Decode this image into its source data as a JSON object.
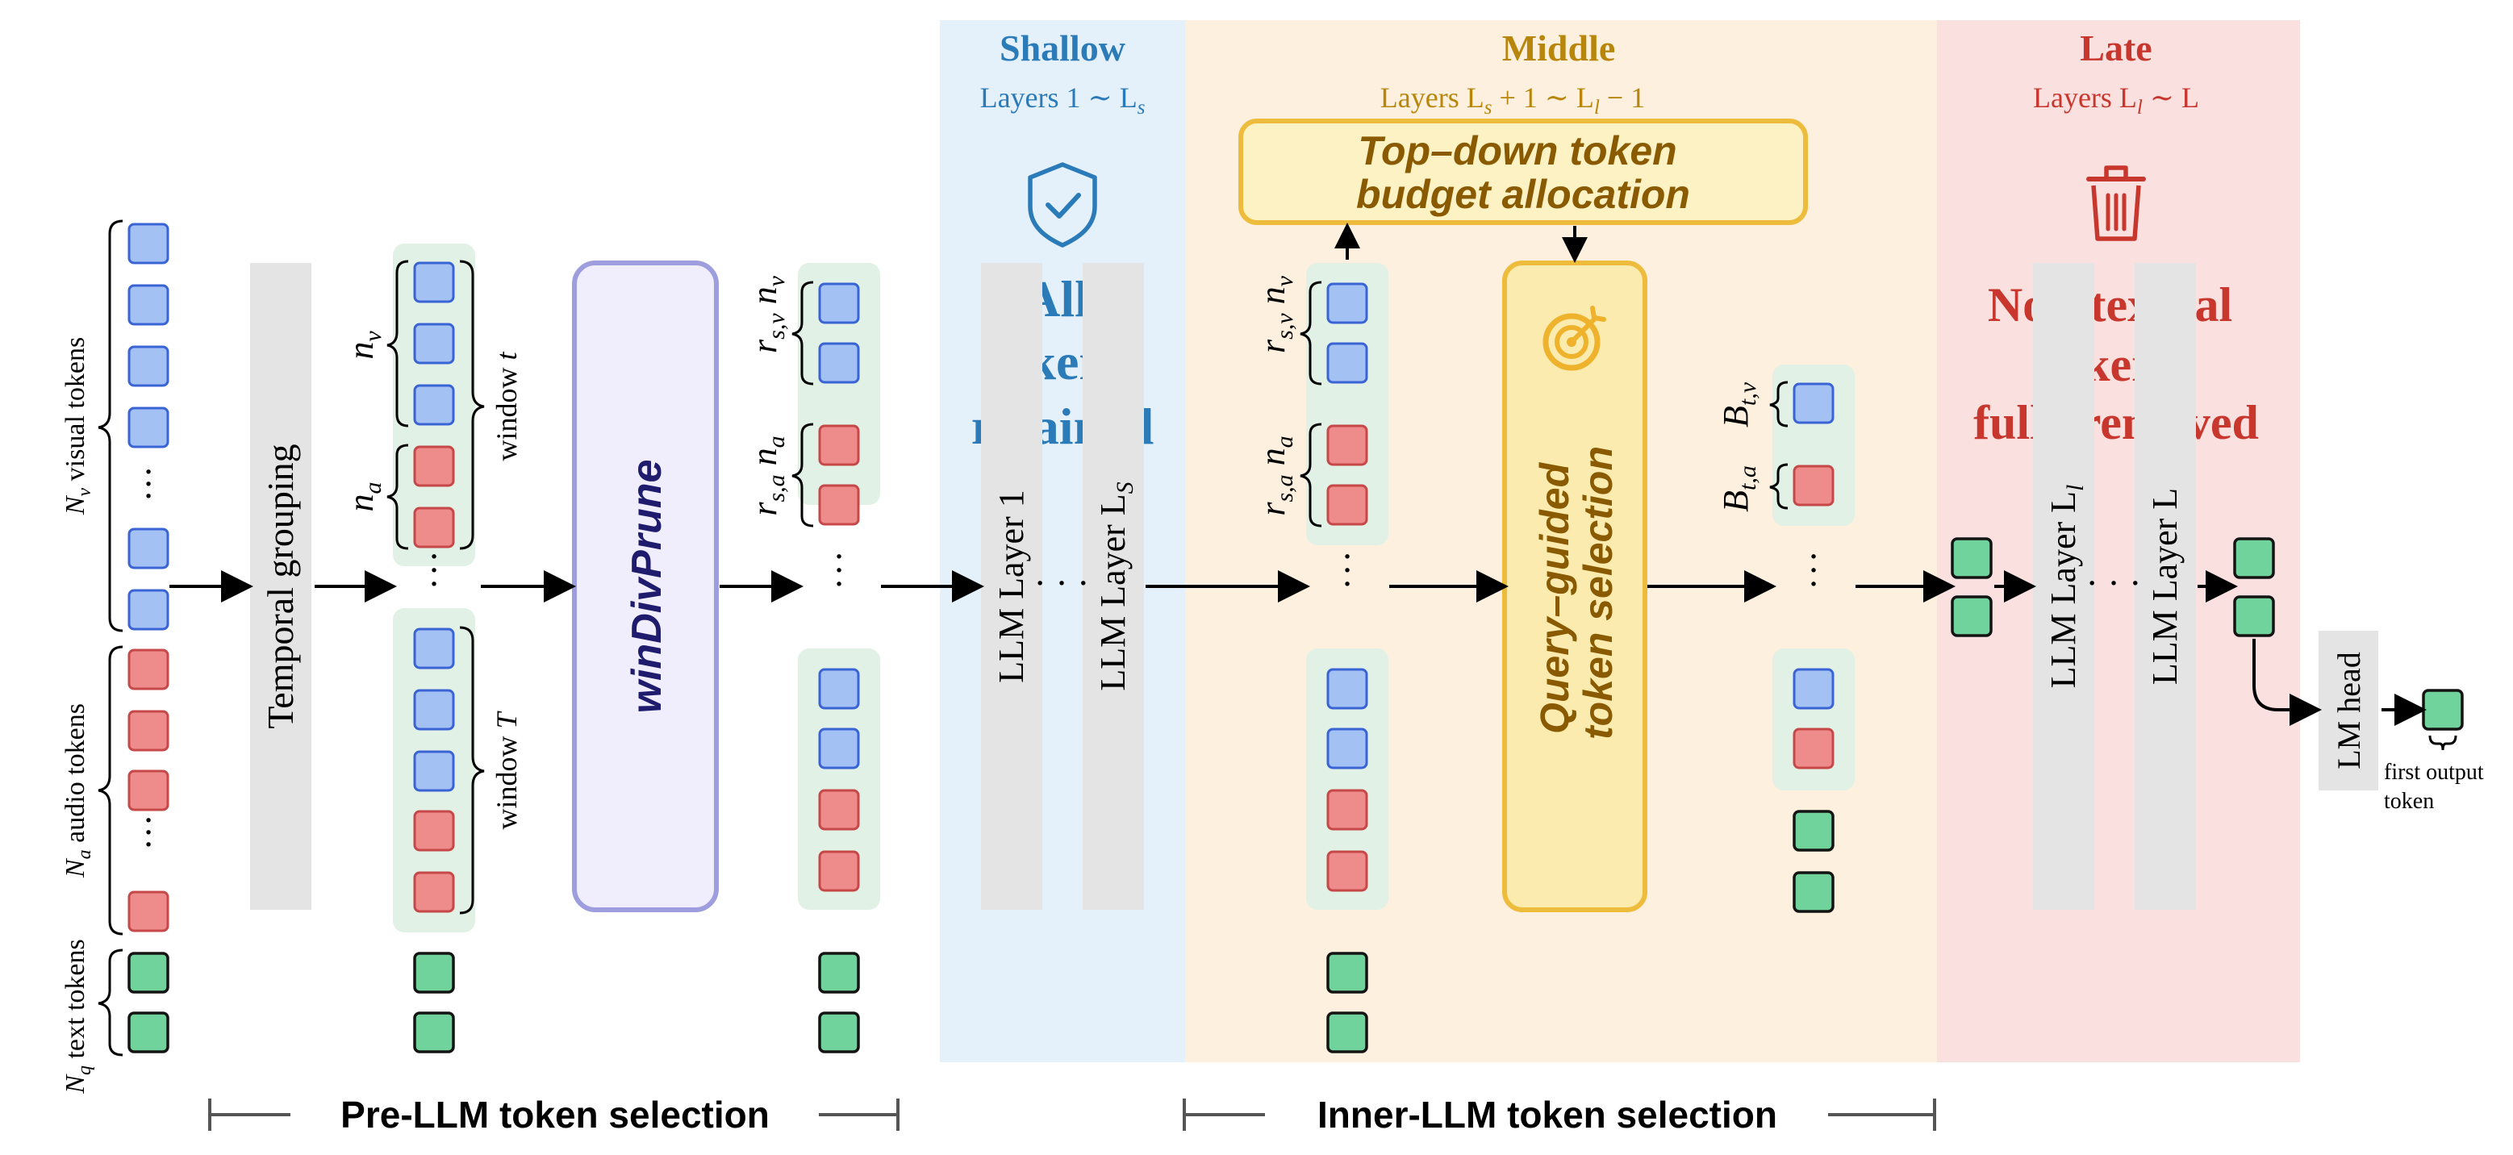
{
  "stages": {
    "shallow": {
      "title": "Shallow",
      "layers": "Layers  1 ∼ L",
      "layers_sub": "s",
      "retained": [
        "All",
        "tokens",
        "retained"
      ],
      "color": "#2b7bb9"
    },
    "middle": {
      "title": "Middle",
      "layers": "Layers  L",
      "layers_sub": "s",
      "layers_mid": " + 1 ∼ L",
      "layers_sub2": "l",
      "layers_end": " − 1",
      "color": "#b8860b"
    },
    "late": {
      "title": "Late",
      "layers": "Layers  L",
      "layers_sub": "l",
      "layers_end": " ∼ L",
      "removed": [
        "Non-textual",
        "tokens",
        "fully removed"
      ],
      "color": "#c8372d"
    }
  },
  "input_labels": {
    "visual": "visual tokens",
    "visual_sym": "N",
    "visual_sub": "v",
    "audio": "audio tokens",
    "audio_sym": "N",
    "audio_sub": "a",
    "text": "text tokens",
    "text_sym": "N",
    "text_sub": "q"
  },
  "blocks": {
    "temporal_grouping": "Temporal grouping",
    "windivprune": "winDivPrune",
    "budget": [
      "Top–down token",
      "budget allocation"
    ],
    "query_guided": [
      "Query–guided",
      "token selection"
    ],
    "llm_layer_1": "LLM Layer 1",
    "llm_layer_ls": "LLM Layer L",
    "llm_layer_ls_sub": "S",
    "llm_layer_ll": "LLM Layer L",
    "llm_layer_ll_sub": "l",
    "llm_layer_L": "LLM Layer L",
    "lm_head": "LM head"
  },
  "window_labels": {
    "window_t": "window ",
    "window_t_var": "t",
    "window_T": "window ",
    "window_T_var": "T",
    "n_v": "n",
    "n_v_sub": "v",
    "n_a": "n",
    "n_a_sub": "a"
  },
  "ratio_labels": {
    "r_sv": "r",
    "r_sv_sub": "s,v",
    "r_sa": "r",
    "r_sa_sub": "s,a",
    "B_tv": "B",
    "B_tv_sub": "t,v",
    "B_ta": "B",
    "B_ta_sub": "t,a"
  },
  "output_label": [
    "first output",
    "token"
  ],
  "bottom": {
    "pre_llm": "Pre-LLM token selection",
    "inner_llm": "Inner-LLM token selection"
  },
  "colors": {
    "visual_token": "#a4c1f4",
    "audio_token": "#ee8c8c",
    "text_token": "#6fd39b",
    "window_bg": "#e1f1e5",
    "shallow_bg": "#e4f0fa",
    "middle_bg": "#fdf0df",
    "late_bg": "#fae1e0",
    "gray_bar": "#e4e4e4",
    "windivprune_border": "#9e9ede",
    "query_fill": "#fcebae",
    "query_border": "#eebc3c"
  },
  "icons": {
    "shallow": "shield-check-icon",
    "middle": "target-icon",
    "late": "trash-icon"
  }
}
